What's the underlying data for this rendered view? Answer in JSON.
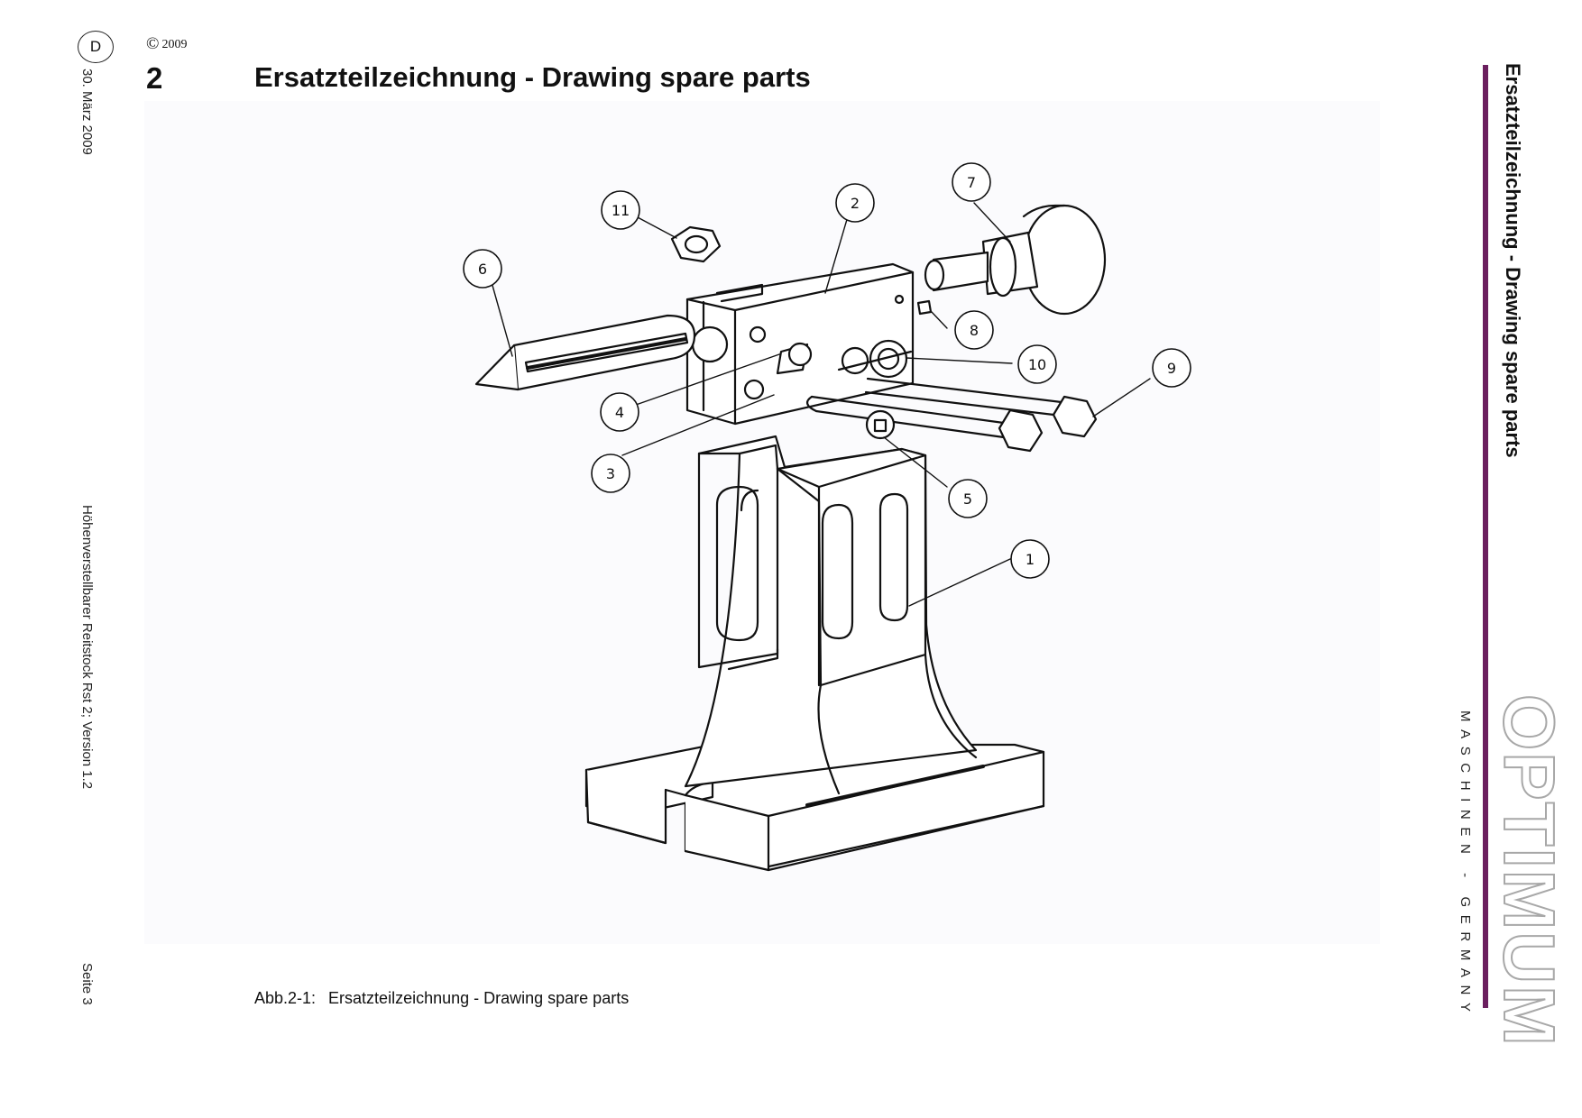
{
  "header": {
    "language_badge": "D",
    "copyright_symbol": "©",
    "copyright_year": "2009",
    "section_number": "2",
    "title": "Ersatzteilzeichnung - Drawing spare parts"
  },
  "margin_left": {
    "date": "30. März 2009",
    "document": "Höhenverstellbarer Reitstock Rst 2; Version 1.2",
    "page": "Seite 3"
  },
  "margin_right": {
    "title": "Ersatzteilzeichnung - Drawing spare parts",
    "brand": "OPTIMUM",
    "brand_subtitle": "MASCHINEN - GERMANY",
    "accent_color": "#6b1f5f"
  },
  "figure": {
    "callouts": [
      "1",
      "2",
      "3",
      "4",
      "5",
      "6",
      "7",
      "8",
      "9",
      "10",
      "11"
    ],
    "caption_label": "Abb.2-1:",
    "caption_text": "Ersatzteilzeichnung - Drawing spare parts"
  }
}
